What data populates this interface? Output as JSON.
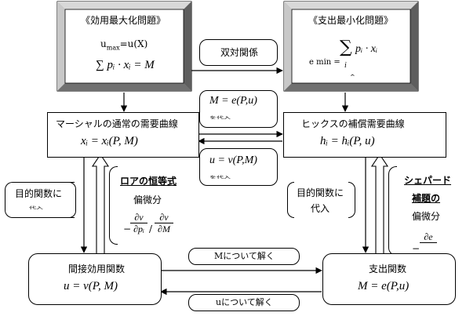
{
  "utility_max_box": {
    "title": "《効用最大化問題》",
    "objective": "u",
    "objective_sub": "max",
    "objective_rhs": "=u(X)",
    "constraint": "∑ pᵢ · xᵢ = M"
  },
  "expenditure_min_box": {
    "title": "《支出最小化問題》",
    "sum_symbol": "∑",
    "sum_index": "i",
    "objective_prefix": "e min =",
    "summand": "pᵢ · xᵢ",
    "caret": "^"
  },
  "duality_label": "双対関係",
  "marshall_box": {
    "title": "マーシャルの通常の需要曲線",
    "formula": "xᵢ = xᵢ(P, M)"
  },
  "hicks_box": {
    "title": "ヒックスの補償需要曲線",
    "formula": "hᵢ = hᵢ(P, u)"
  },
  "m_equals_e": {
    "formula": "M = e(P,u)",
    "footnote": "を代入"
  },
  "u_equals_v": {
    "formula": "u = v(P,M)",
    "footnote": "を代入"
  },
  "indirect_box": {
    "title": "間接効用関数",
    "formula": "u = v(P, M)"
  },
  "expenditure_box": {
    "title": "支出関数",
    "formula": "M = e(P,u)"
  },
  "solve_for_m": "Mについて解く",
  "solve_for_u": "uについて解く",
  "left_objective": {
    "line1": "目的関数に",
    "line2": "代入"
  },
  "right_objective": {
    "line1": "目的関数に",
    "line2": "代入"
  },
  "roy_box": {
    "title": "ロアの恒等式",
    "subtitle": "偏微分",
    "minus": "−",
    "num1": "∂v",
    "den1": "∂pᵢ",
    "slash": "/",
    "num2": "∂v",
    "den2": "∂M"
  },
  "shephard_box": {
    "title_line1": "シェパード",
    "title_line2": "補題の",
    "subtitle": "偏微分",
    "minus": "−",
    "num": "∂e"
  }
}
